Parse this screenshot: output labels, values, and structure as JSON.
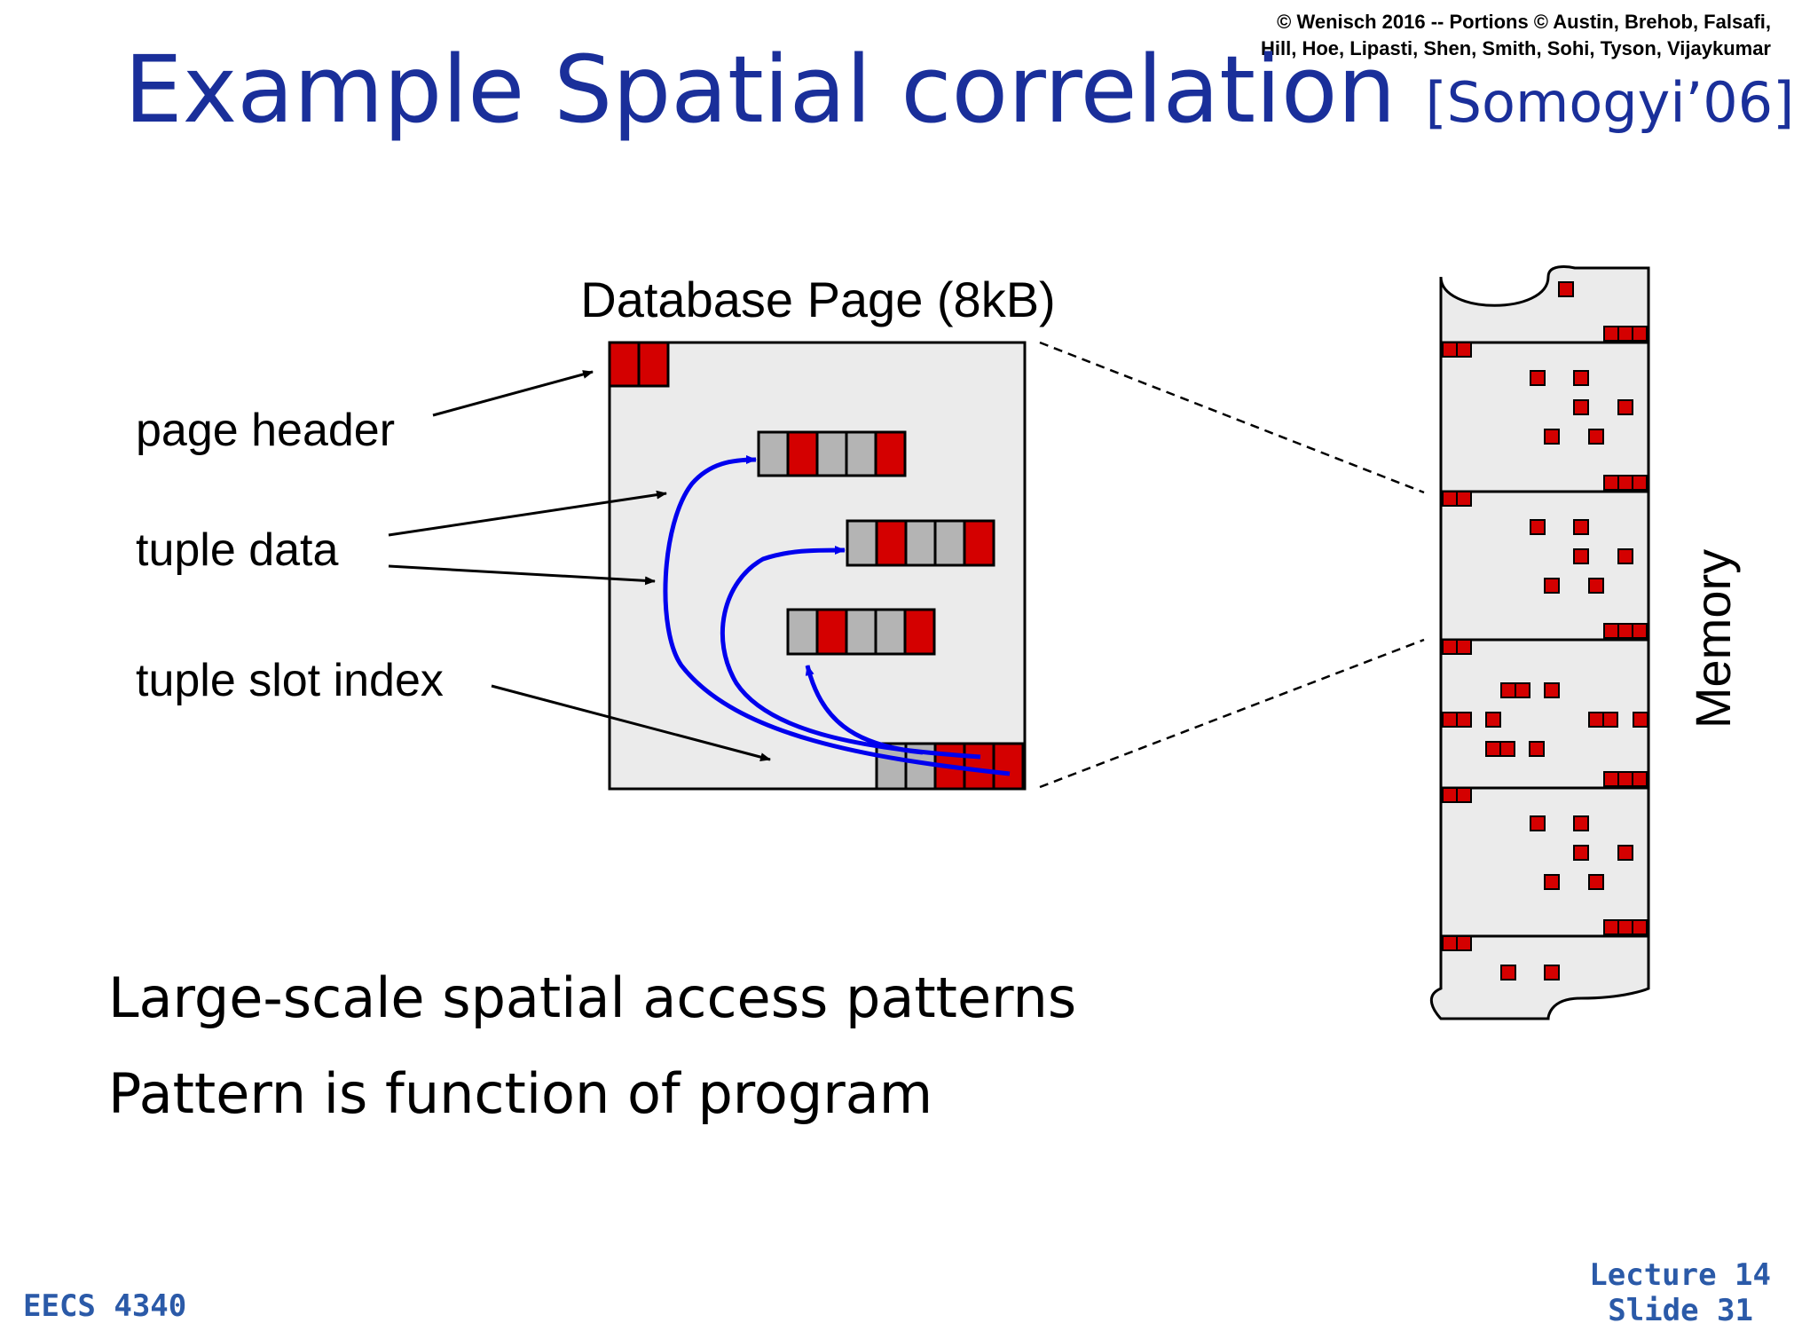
{
  "copyright": "© Wenisch 2016 -- Portions © Austin, Brehob, Falsafi,\nHill, Hoe, Lipasti, Shen, Smith, Sohi, Tyson, Vijaykumar",
  "title": "Example Spatial correlation",
  "citation": "[Somogyi’06]",
  "diagram": {
    "page_title": "Database Page (8kB)",
    "labels": {
      "page_header": "page header",
      "tuple_data": "tuple data",
      "tuple_slot_index": "tuple slot index"
    },
    "memory_label": "Memory",
    "colors": {
      "accessed": "#d40000",
      "unaccessed": "#b4b4b4",
      "page_fill": "#ebebeb",
      "arrow": "#0000ee"
    }
  },
  "bullets": [
    "Large-scale spatial access patterns",
    "Pattern is function of program"
  ],
  "footer": {
    "course": "EECS 4340",
    "lecture": "Lecture 14",
    "slide": "Slide 31"
  }
}
